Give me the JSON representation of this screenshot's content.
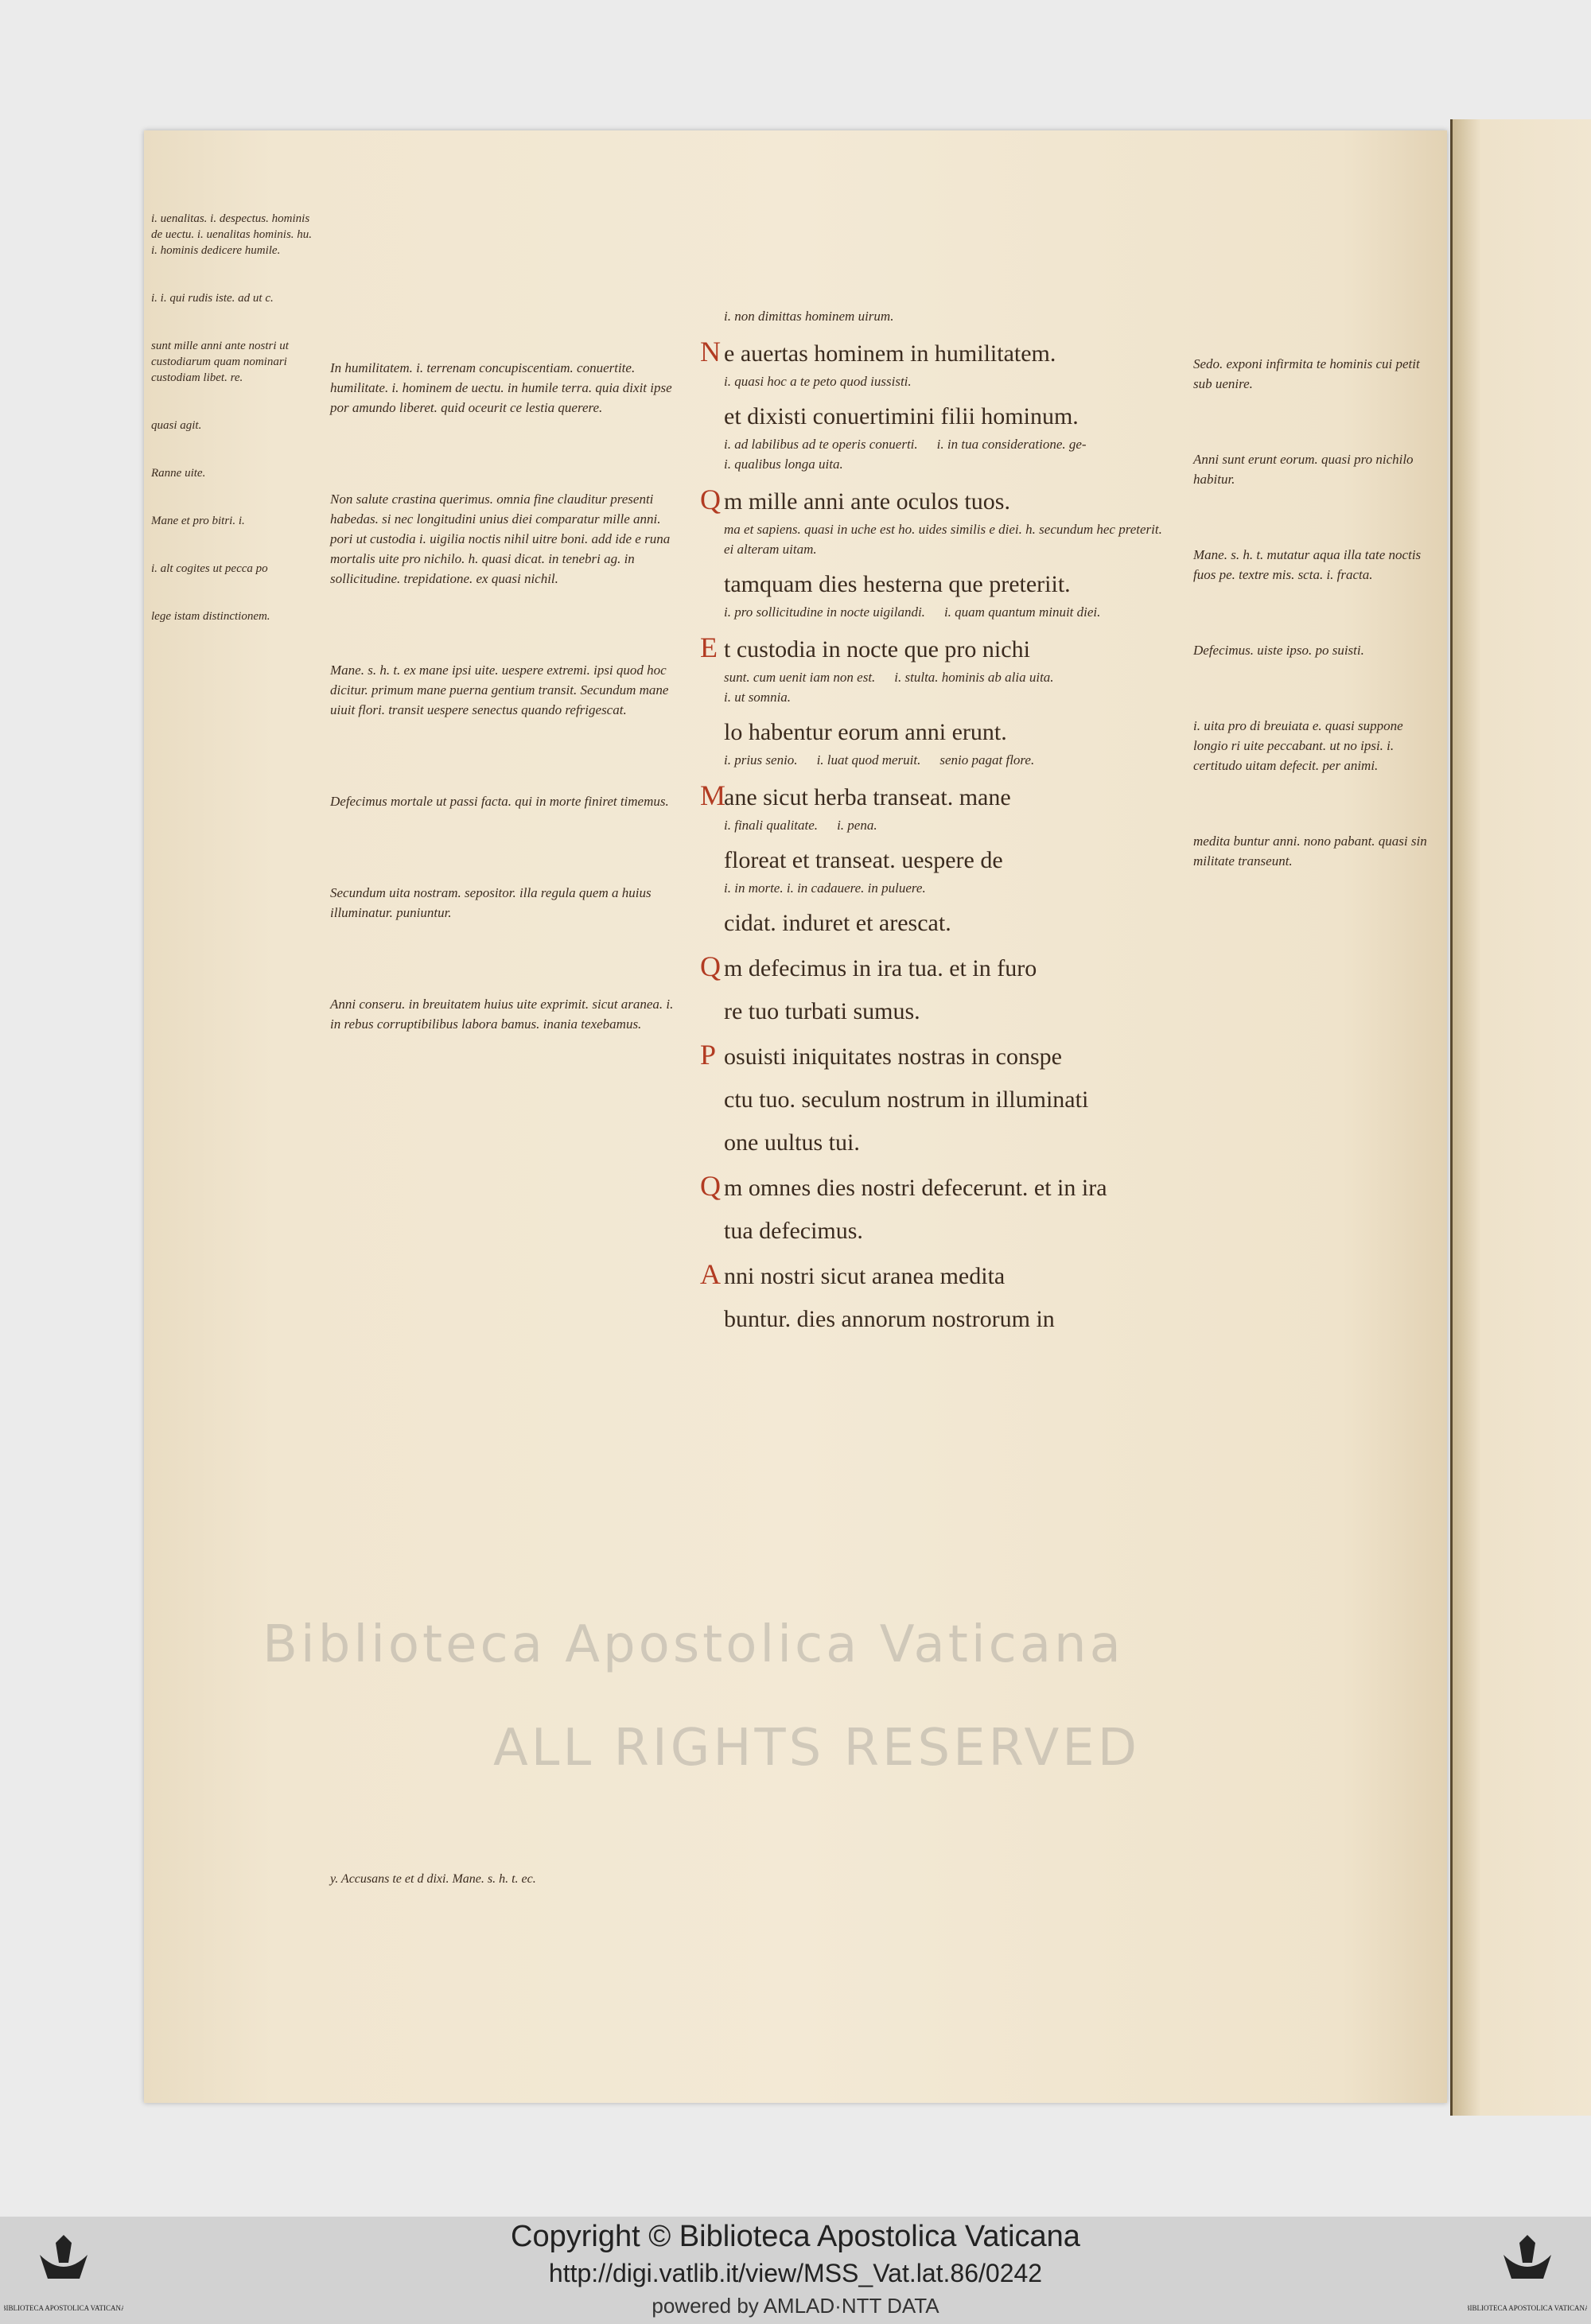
{
  "manuscript": {
    "main_text": [
      {
        "initial": "N",
        "text": "e auertas hominem in humilitatem."
      },
      {
        "initial": "",
        "text": "et dixisti conuertimini filii hominum."
      },
      {
        "initial": "Q",
        "text": "m mille anni ante oculos tuos."
      },
      {
        "initial": "",
        "text": "tamquam dies hesterna que preteriit."
      },
      {
        "initial": "E",
        "text": "t custodia in nocte que pro nichi"
      },
      {
        "initial": "",
        "text": "lo habentur eorum anni erunt."
      },
      {
        "initial": "M",
        "text": "ane sicut herba transeat. mane"
      },
      {
        "initial": "",
        "text": "floreat et transeat. uespere de"
      },
      {
        "initial": "",
        "text": "cidat. induret et arescat."
      },
      {
        "initial": "Q",
        "text": "m defecimus in ira tua. et in furo"
      },
      {
        "initial": "",
        "text": "re tuo turbati sumus."
      },
      {
        "initial": "P",
        "text": "osuisti iniquitates nostras in conspe"
      },
      {
        "initial": "",
        "text": "ctu tuo. seculum nostrum in illuminati"
      },
      {
        "initial": "",
        "text": "one uultus tui."
      },
      {
        "initial": "Q",
        "text": "m omnes dies nostri defecerunt. et in ira"
      },
      {
        "initial": "",
        "text": "tua defecimus."
      },
      {
        "initial": "A",
        "text": "nni nostri sicut aranea medita"
      },
      {
        "initial": "",
        "text": "buntur. dies annorum nostrorum in"
      }
    ],
    "interlinear_glosses": [
      "i. non dimittas hominem uirum.",
      "i. quasi hoc a te peto quod iussisti.",
      "i. ad labilibus ad te operis conuerti.",
      "i. in tua consideratione. ge-",
      "i. qualibus longa uita.",
      "ma et sapiens. quasi in uche est ho. uides similis e diei. h. secundum hec preterit.",
      "ei alteram uitam.",
      "i. pro sollicitudine in nocte uigilandi.",
      "i. quam quantum minuit diei.",
      "sunt. cum uenit iam non est.",
      "i. stulta. hominis ab alia uita.",
      "i. ut somnia.",
      "i. prius senio.",
      "i. luat quod meruit.",
      "senio pagat flore.",
      "i. finali qualitate.",
      "i. pena.",
      "i. in morte. i. in cadauere. in puluere."
    ],
    "left_glosses": [
      "In humilitatem. i. terrenam concupiscentiam. conuertite. humilitate. i. hominem de uectu. in humile terra. quia dixit ipse por amundo liberet. quid oceurit ce lestia querere.",
      "Non salute crastina querimus. omnia fine clauditur presenti habedas. si nec longitudini unius diei comparatur mille anni. pori ut custodia i. uigilia noctis nihil uitre boni. add ide e runa mortalis uite pro nichilo. h. quasi dicat. in tenebri ag. in sollicitudine. trepidatione. ex quasi nichil.",
      "Mane. s. h. t. ex mane ipsi uite. uespere extremi. ipsi quod hoc dicitur. primum mane puerna gentium transit. Secundum mane uiuit flori. transit uespere senectus quando refrigescat.",
      "Defecimus mortale ut passi facta. qui in morte finiret timemus.",
      "Secundum uita nostram. sepositor. illa regula quem a huius illuminatur. puniuntur.",
      "Anni conseru. in breuitatem huius uite exprimit. sicut aranea. i. in rebus corruptibilibus labora bamus. inania texebamus."
    ],
    "right_glosses": [
      "Sedo. exponi infirmita te hominis cui petit sub uenire.",
      "Anni sunt erunt eorum. quasi pro nichilo habitur.",
      "Mane. s. h. t. mutatur aqua illa tate noctis fuos pe. textre mis. scta. i. fracta.",
      "Defecimus. uiste ipso. po suisti.",
      "i. uita pro di breuiata e. quasi suppone longio ri uite peccabant. ut no ipsi. i. certitudo uitam defecit. per animi.",
      "medita buntur anni. nono pabant. quasi sin militate transeunt."
    ],
    "far_left_notes": [
      "i. uenalitas. i. despectus. hominis de uectu. i. uenalitas hominis. hu. i. hominis dedicere humile.",
      "i. i. qui rudis iste. ad ut c.",
      "sunt mille anni ante nostri ut custodiarum quam nominari custodiam libet. re.",
      "quasi agit.",
      "Ranne uite.",
      "Mane et pro bitri. i.",
      "i. alt cogites ut pecca po",
      "lege istam distinctionem."
    ],
    "bottom_note": "y. Accusans te et d dixi. Mane. s. h. t. ec."
  },
  "watermark": [
    "Biblioteca Apostolica Vaticana",
    "ALL RIGHTS RESERVED"
  ],
  "footer": {
    "copyright": "Copyright © Biblioteca Apostolica Vaticana",
    "url": "http://digi.vatlib.it/view/MSS_Vat.lat.86/0242",
    "powered": "powered by AMLAD·NTT DATA",
    "logo_text": "BIBLIOTECA APOSTOLICA VATICANA"
  },
  "colors": {
    "ink": "#3b2b1f",
    "rubric": "#b23b22",
    "parchment": "#f1e6d0",
    "footer_bg": "#d2d2d2"
  }
}
